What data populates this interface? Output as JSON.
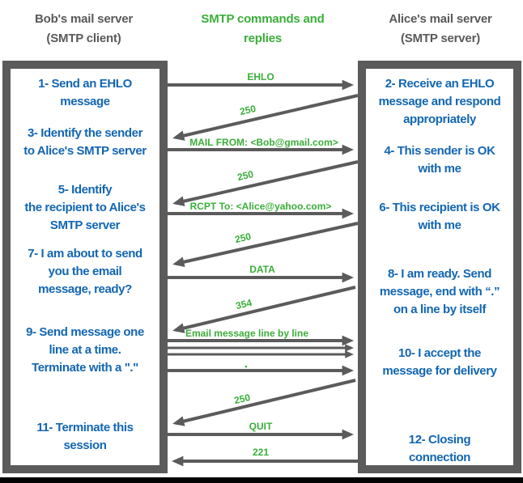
{
  "header": {
    "left": "Bob's mail server\n(SMTP client)",
    "center": "SMTP commands and\nreplies",
    "right": "Alice's mail server\n(SMTP server)"
  },
  "client_box": {
    "role": "SMTP client",
    "steps": [
      "1- Send an EHLO\nmessage",
      "3- Identify the sender\nto Alice's SMTP server",
      "5- Identify\nthe recipient to Alice's\nSMTP server",
      "7- I am about to send\nyou the email\nmessage, ready?",
      "9- Send message one\nline at a time.\nTerminate with a \".\"",
      "11- Terminate this\nsession"
    ]
  },
  "server_box": {
    "role": "SMTP server",
    "steps": [
      "2- Receive an EHLO\nmessage and respond\nappropriately",
      "4- This sender is OK\nwith me",
      "6- This recipient is OK\nwith me",
      "8-  I am ready. Send\nmessage, end with “.”\non a line by itself",
      "10-  I accept the\nmessage for delivery",
      "12-  Closing\nconnection"
    ]
  },
  "messages": [
    {
      "label": "EHLO",
      "direction": "right",
      "kind": "command"
    },
    {
      "label": "250",
      "direction": "left",
      "kind": "reply"
    },
    {
      "label": "MAIL FROM: <Bob@gmail.com>",
      "direction": "right",
      "kind": "command"
    },
    {
      "label": "250",
      "direction": "left",
      "kind": "reply"
    },
    {
      "label": "RCPT To: <Alice@yahoo.com>",
      "direction": "right",
      "kind": "command"
    },
    {
      "label": "250",
      "direction": "left",
      "kind": "reply"
    },
    {
      "label": "DATA",
      "direction": "right",
      "kind": "command"
    },
    {
      "label": "354",
      "direction": "left",
      "kind": "reply"
    },
    {
      "label": "Email message line by line",
      "direction": "right",
      "kind": "data"
    },
    {
      "label": "",
      "direction": "right",
      "kind": "data"
    },
    {
      "label": "",
      "direction": "right",
      "kind": "data"
    },
    {
      "label": "▪",
      "direction": "right",
      "kind": "data-terminator"
    },
    {
      "label": "250",
      "direction": "left",
      "kind": "reply"
    },
    {
      "label": "QUIT",
      "direction": "right",
      "kind": "command"
    },
    {
      "label": "221",
      "direction": "left",
      "kind": "reply"
    }
  ],
  "colors": {
    "accent_green": "#3aae3a",
    "text_blue": "#1266b2",
    "line_gray": "#5b5b5b",
    "footer_bar": "#030303"
  }
}
